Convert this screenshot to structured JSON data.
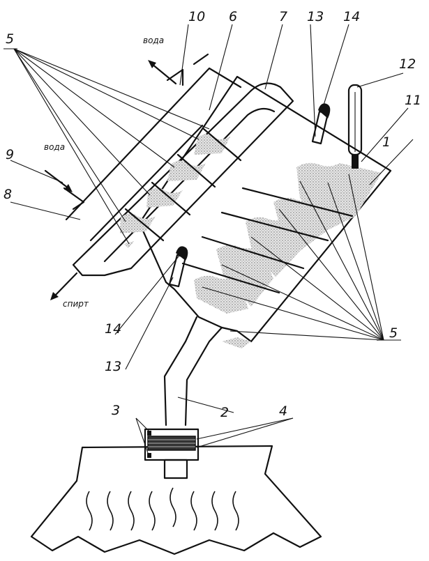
{
  "labels": {
    "n1": "1",
    "n2": "2",
    "n3": "3",
    "n4": "4",
    "n5_left": "5",
    "n5_right": "5",
    "n6": "6",
    "n7": "7",
    "n8": "8",
    "n9": "9",
    "n10": "10",
    "n11": "11",
    "n12": "12",
    "n13_top": "13",
    "n13_bottom": "13",
    "n14_top": "14",
    "n14_bottom": "14"
  },
  "flows": {
    "water_out": "вода",
    "water_in": "вода",
    "spirit_out": "спирт"
  }
}
